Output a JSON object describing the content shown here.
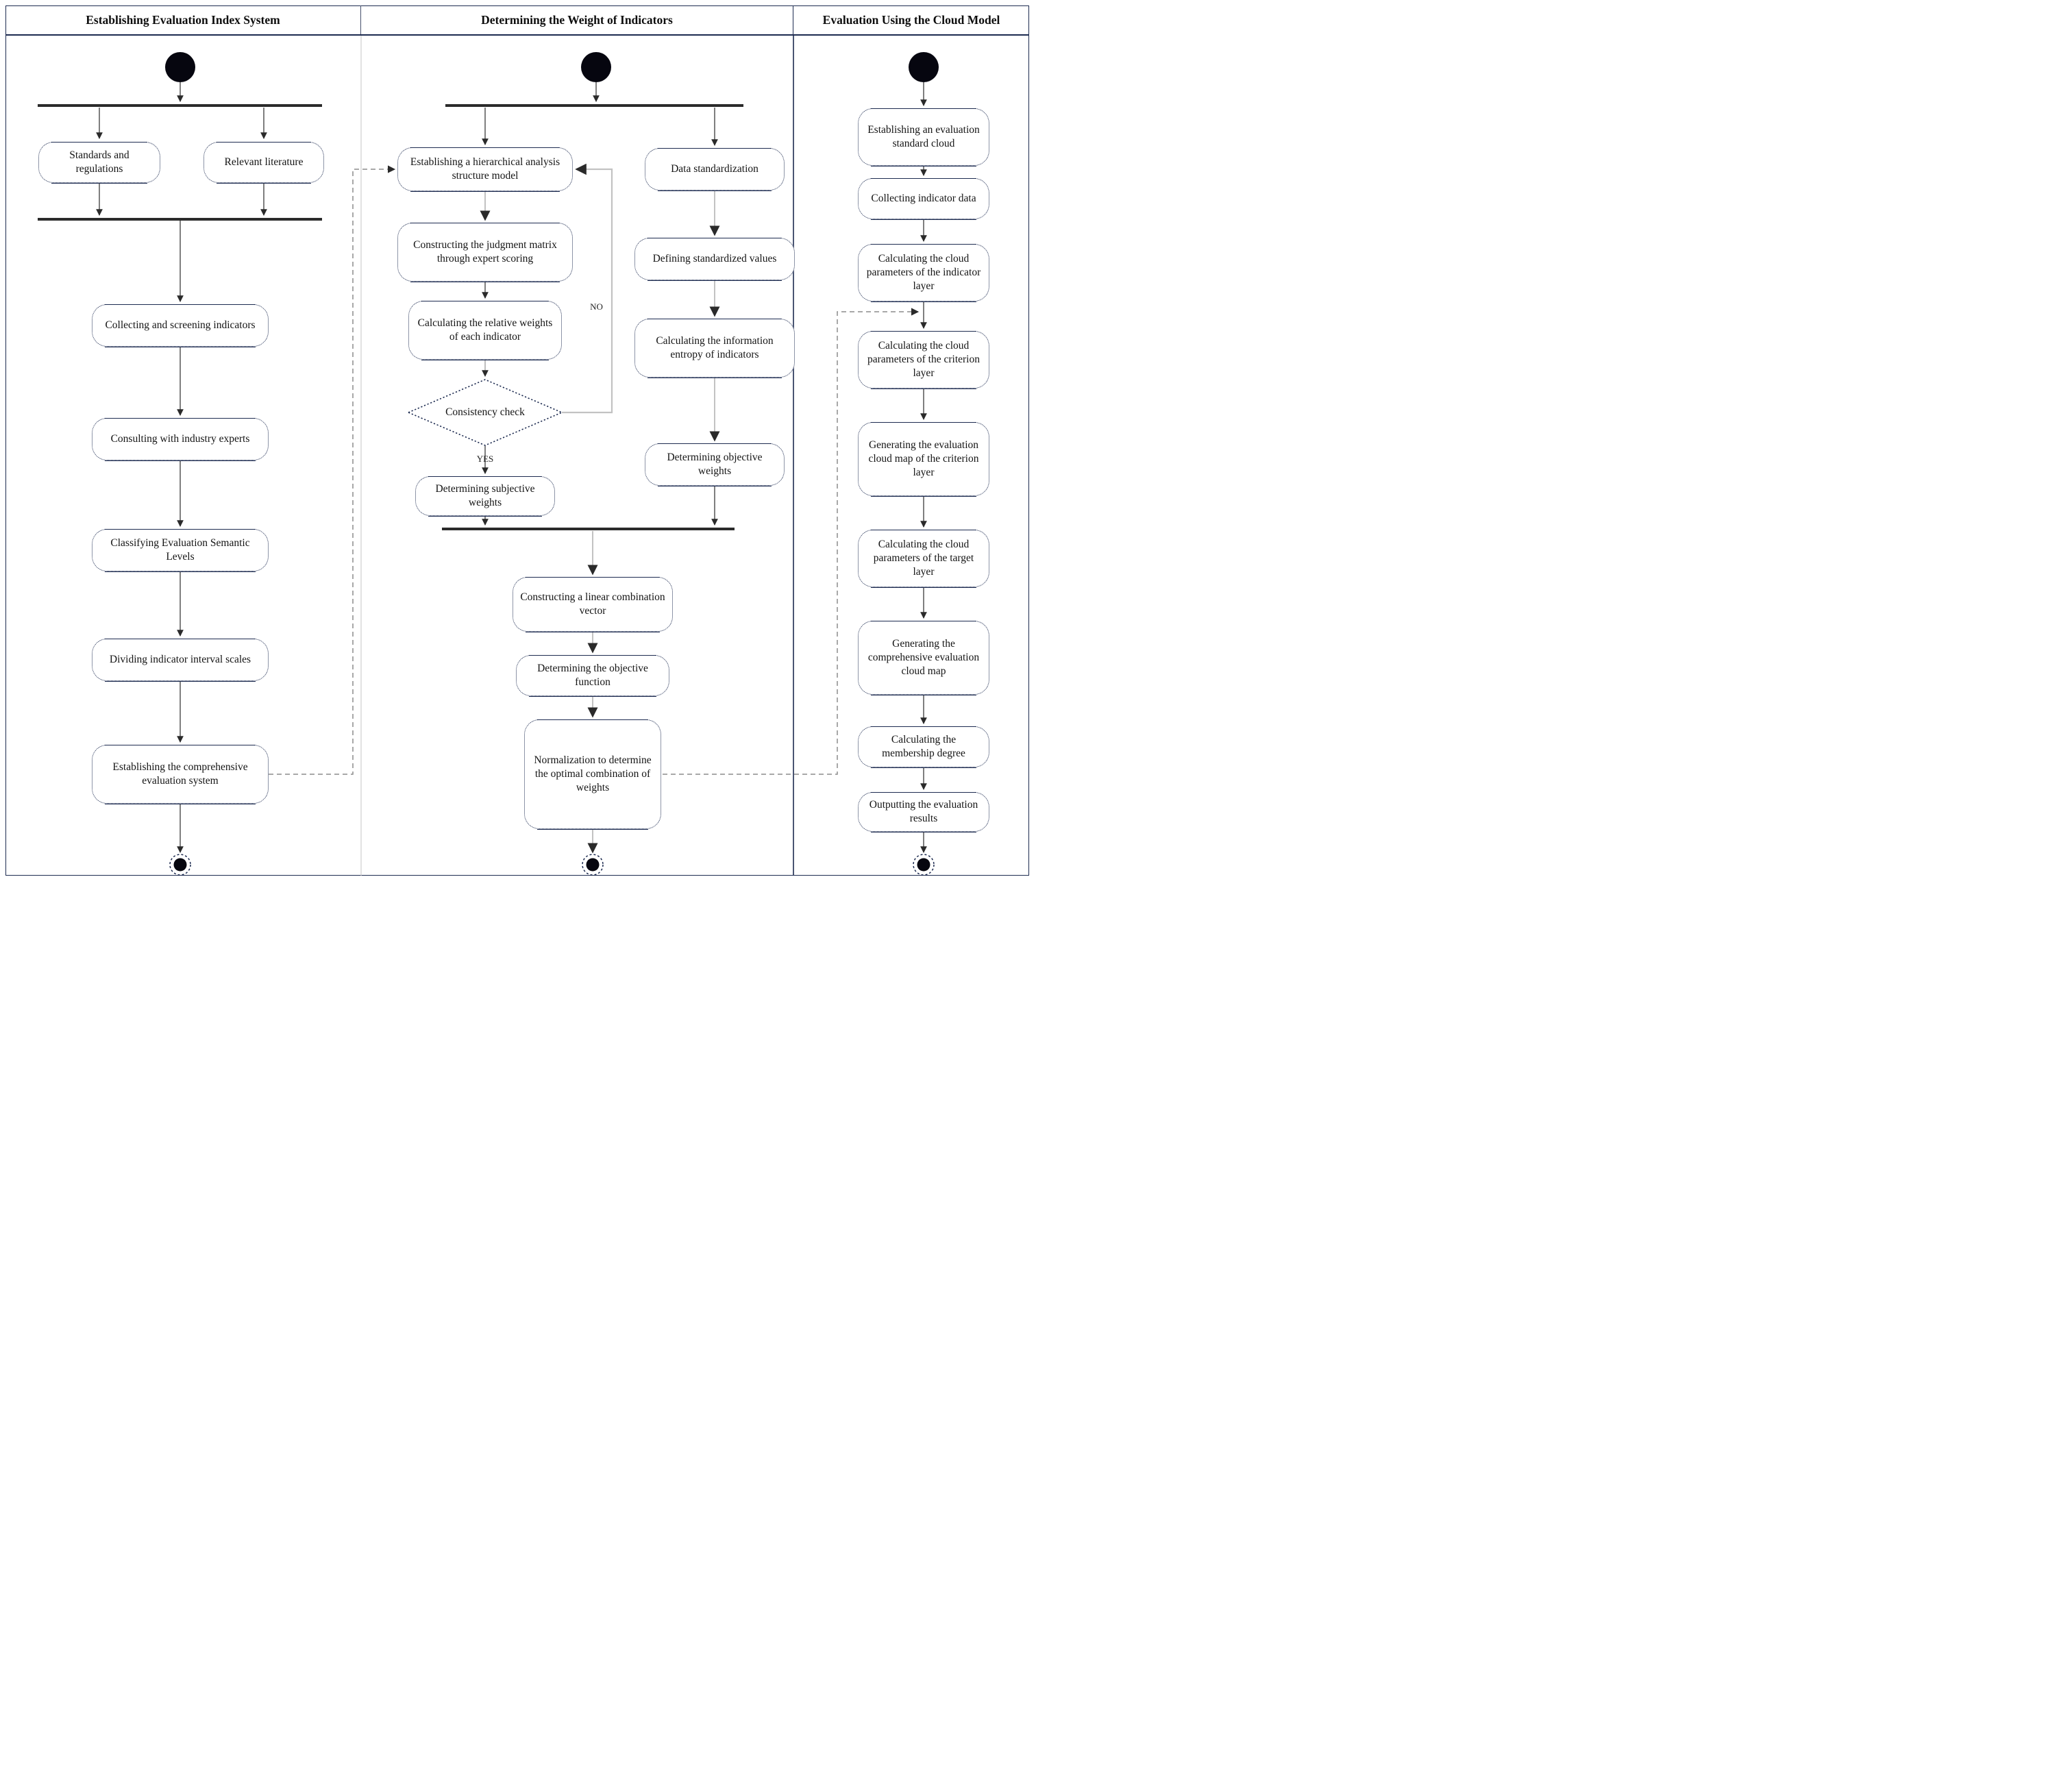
{
  "lanes": [
    {
      "title": "Establishing Evaluation Index System"
    },
    {
      "title": "Determining the Weight of Indicators"
    },
    {
      "title": "Evaluation Using the Cloud Model"
    }
  ],
  "nodes": {
    "standards": "Standards and regulations",
    "literature": "Relevant literature",
    "collecting": "Collecting and screening indicators",
    "consulting": "Consulting with industry experts",
    "classifying": "Classifying Evaluation Semantic Levels",
    "dividing": "Dividing indicator interval scales",
    "establishing_system": "Establishing the comprehensive evaluation system",
    "hierarchical": "Establishing a hierarchical analysis structure model",
    "judgment": "Constructing the judgment matrix through expert scoring",
    "relative_weights": "Calculating the relative weights of each indicator",
    "consistency": "Consistency check",
    "subjective": "Determining subjective weights",
    "data_standardization": "Data standardization",
    "defining_values": "Defining standardized values",
    "entropy": "Calculating the information entropy of indicators",
    "objective": "Determining objective weights",
    "linear_vector": "Constructing a linear combination vector",
    "objective_function": "Determining the objective function",
    "normalization": "Normalization to determine the optimal combination of weights",
    "standard_cloud": "Establishing an evaluation standard cloud",
    "collecting_data": "Collecting indicator data",
    "indicator_layer": "Calculating the cloud parameters of the indicator layer",
    "criterion_layer": "Calculating the cloud parameters of the criterion layer",
    "criterion_map": "Generating the evaluation cloud map of the criterion layer",
    "target_layer": "Calculating the cloud parameters of the target layer",
    "comprehensive_map": "Generating the comprehensive evaluation cloud map",
    "membership": "Calculating the membership degree",
    "outputting": "Outputting the evaluation results"
  },
  "labels": {
    "yes": "YES",
    "no": "NO"
  },
  "colors": {
    "box_border": "#1d2b50",
    "flow_line": "#3a3a3a",
    "light_line": "#c2c2c2",
    "dashed_connector": "#8c8c8c",
    "fork_bar": "#2b2b2b",
    "node_fill": "#06060f"
  }
}
